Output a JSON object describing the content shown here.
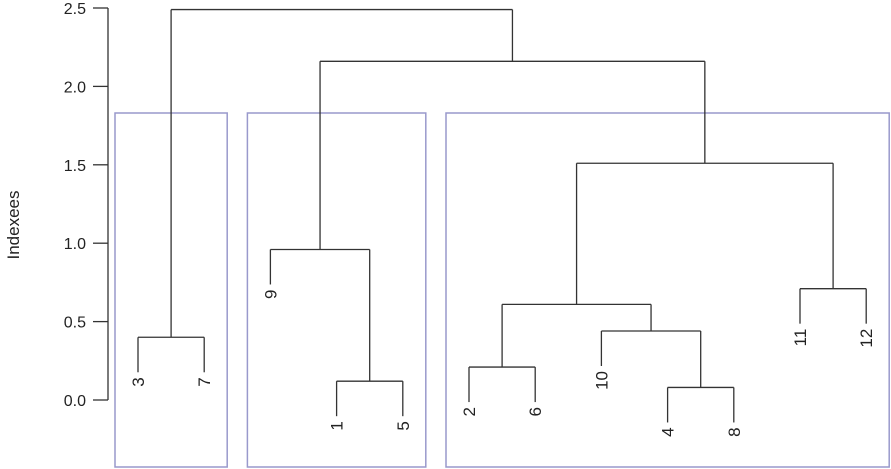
{
  "chart_data": {
    "type": "dendrogram",
    "title": "",
    "xlabel": "",
    "ylabel": "Indexees",
    "ylim": [
      0,
      2.5
    ],
    "yticks": [
      "0.0",
      "0.5",
      "1.0",
      "1.5",
      "2.0",
      "2.5"
    ],
    "ytick_values": [
      0,
      0.5,
      1.0,
      1.5,
      2.0,
      2.5
    ],
    "leaf_order": [
      "3",
      "7",
      "9",
      "1",
      "5",
      "2",
      "6",
      "10",
      "4",
      "8",
      "11",
      "12"
    ],
    "merges": [
      {
        "id": "m1",
        "left": "3",
        "right": "7",
        "height": 0.4
      },
      {
        "id": "m2",
        "left": "1",
        "right": "5",
        "height": 0.12
      },
      {
        "id": "m3",
        "left": "9",
        "right": "m2",
        "height": 0.96
      },
      {
        "id": "m4",
        "left": "2",
        "right": "6",
        "height": 0.21
      },
      {
        "id": "m5",
        "left": "4",
        "right": "8",
        "height": 0.08
      },
      {
        "id": "m6",
        "left": "10",
        "right": "m5",
        "height": 0.44
      },
      {
        "id": "m7",
        "left": "m4",
        "right": "m6",
        "height": 0.61
      },
      {
        "id": "m8",
        "left": "11",
        "right": "12",
        "height": 0.71
      },
      {
        "id": "m9",
        "left": "m7",
        "right": "m8",
        "height": 1.51
      },
      {
        "id": "m10",
        "left": "m3",
        "right": "m9",
        "height": 2.16
      },
      {
        "id": "m11",
        "left": "m1",
        "right": "m10",
        "height": 2.49
      }
    ],
    "clusters": [
      {
        "members": [
          "3",
          "7"
        ]
      },
      {
        "members": [
          "9",
          "1",
          "5"
        ]
      },
      {
        "members": [
          "2",
          "6",
          "10",
          "4",
          "8",
          "11",
          "12"
        ]
      }
    ],
    "colors": {
      "line": "#333333",
      "cluster_box": "#9999cc"
    }
  }
}
